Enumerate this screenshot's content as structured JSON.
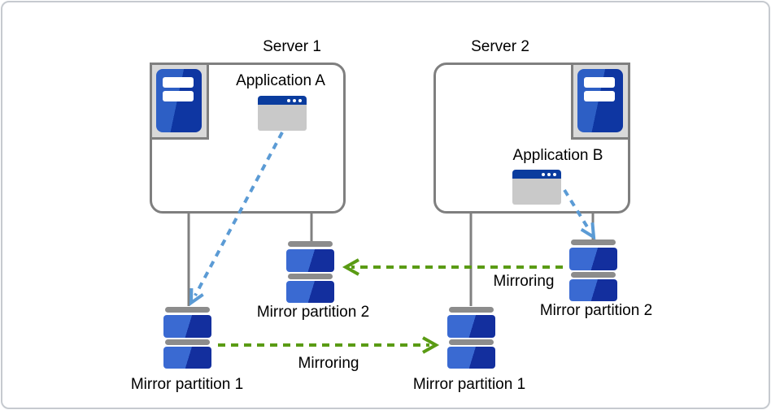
{
  "servers": [
    {
      "name": "Server 1",
      "application": "Application A",
      "partitions": [
        "Mirror partition 1",
        "Mirror partition 2"
      ]
    },
    {
      "name": "Server 2",
      "application": "Application B",
      "partitions": [
        "Mirror partition 1",
        "Mirror partition 2"
      ]
    }
  ],
  "arrows": {
    "mirror_top": {
      "label": "Mirroring",
      "direction": "right-to-left",
      "color": "#5a9b14",
      "style": "dashed"
    },
    "mirror_bottom": {
      "label": "Mirroring",
      "direction": "left-to-right",
      "color": "#5a9b14",
      "style": "dashed"
    },
    "app_a_access": {
      "color": "#5b9bd5",
      "style": "dashed",
      "from": "Application A",
      "to": "Mirror partition 1"
    },
    "app_b_access": {
      "color": "#5b9bd5",
      "style": "dashed",
      "from": "Application B",
      "to": "Mirror partition 2"
    }
  },
  "colors": {
    "outline_gray": "#7f7f7f",
    "connector_gray": "#808080",
    "icon_cap_gray": "#8c8c8c",
    "icon_container_gray": "#d9d9d9",
    "server_blue_light": "#2d5fc5",
    "server_blue_dark": "#0e36a2",
    "partition_blue_light": "#3a6ad2",
    "partition_blue_dark": "#132f9e",
    "window_titlebar_blue": "#0a3c9e",
    "window_body_gray": "#c9c9c9",
    "arrow_green": "#5a9b14",
    "arrow_blue": "#5b9bd5"
  }
}
